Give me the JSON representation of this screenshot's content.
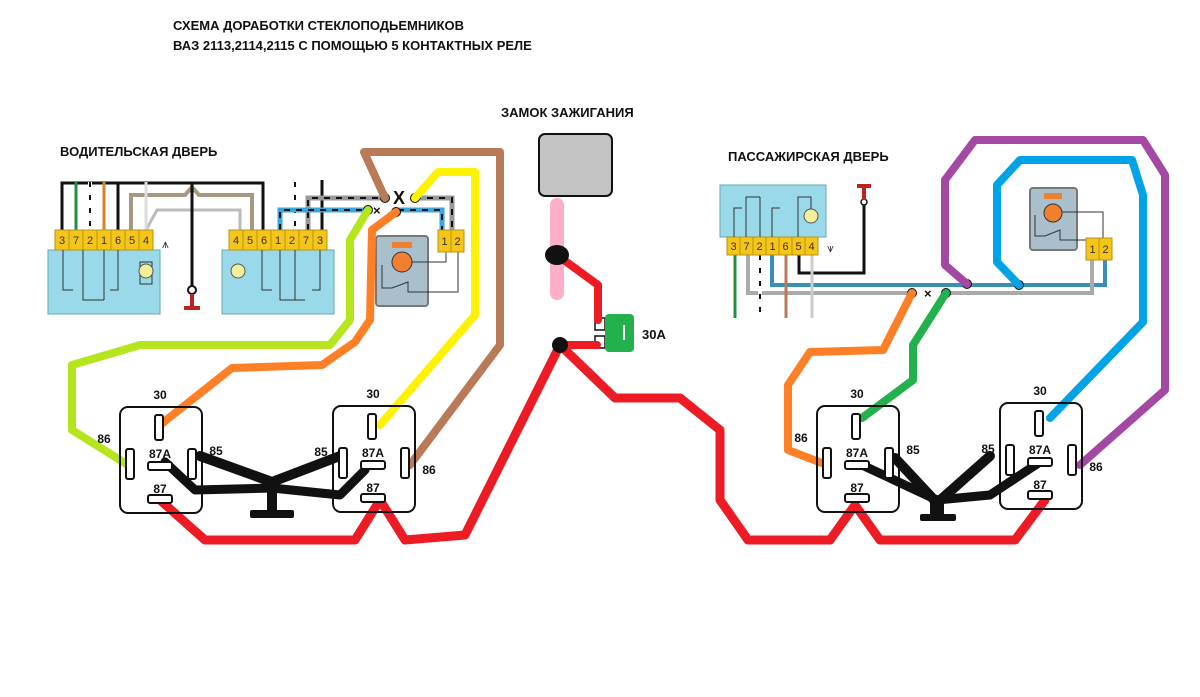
{
  "title": {
    "line1": "СХЕМА ДОРАБОТКИ СТЕКЛОПОДЬЕМНИКОВ",
    "line2": "ВАЗ 2113,2114,2115  С ПОМОЩЬЮ 5 КОНТАКТНЫХ РЕЛЕ"
  },
  "labels": {
    "driver_door": "ВОДИТЕЛЬСКАЯ ДВЕРЬ",
    "ignition": "ЗАМОК ЗАЖИГАНИЯ",
    "passenger_door": "ПАССАЖИРСКАЯ ДВЕРЬ",
    "fuse": "30А"
  },
  "driver_switch_left": {
    "pins": [
      "3",
      "7",
      "2",
      "1",
      "6",
      "5",
      "4"
    ]
  },
  "driver_switch_right": {
    "pins": [
      "4",
      "5",
      "6",
      "1",
      "2",
      "7",
      "3"
    ]
  },
  "passenger_switch": {
    "pins": [
      "3",
      "7",
      "2",
      "1",
      "6",
      "5",
      "4"
    ]
  },
  "motor_connector": {
    "pins": [
      "1",
      "2"
    ]
  },
  "relay_pins": {
    "p30": "30",
    "p85": "85",
    "p86": "86",
    "p87": "87",
    "p87a": "87A"
  },
  "colors": {
    "red": "#ed1c24",
    "black": "#000000",
    "lime": "#b5e61d",
    "orange": "#ff7f27",
    "yellow": "#fff200",
    "brown": "#b97a57",
    "green": "#22b14c",
    "blue": "#00a2e8",
    "purple": "#a349a4",
    "pink": "#ffaec9",
    "switch_body": "#99d9ea",
    "connector": "#f5c518",
    "ignition_body": "#c3c3c3"
  }
}
